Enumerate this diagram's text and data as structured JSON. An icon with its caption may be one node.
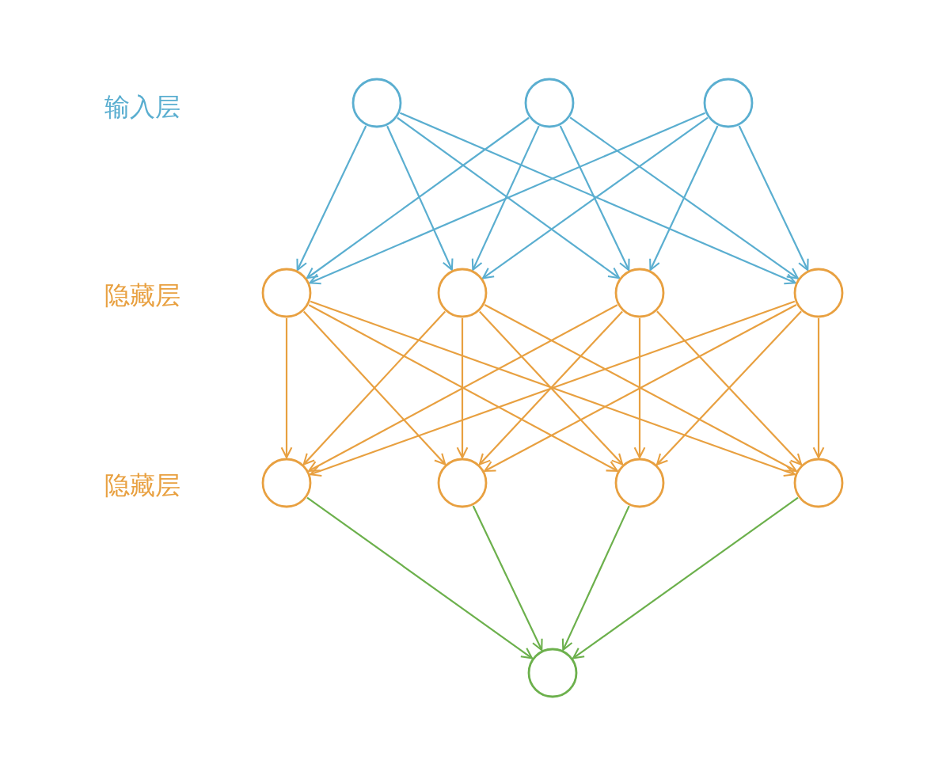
{
  "diagram": {
    "nodes": [
      {
        "text": [],
        "shape": "circle"
      },
      {
        "text": [],
        "shape": "circle"
      },
      {
        "text": [],
        "shape": "circle"
      },
      {
        "text": [],
        "shape": "circle"
      },
      {
        "text": [],
        "shape": "circle"
      },
      {
        "text": [],
        "shape": "circle"
      },
      {
        "text": [],
        "shape": "circle"
      },
      {
        "text": [],
        "shape": "circle"
      },
      {
        "text": [],
        "shape": "circle"
      },
      {
        "text": [],
        "shape": "circle"
      },
      {
        "text": [],
        "shape": "circle"
      },
      {
        "text": [],
        "shape": "circle"
      }
    ],
    "edges": [
      {
        "from": 0,
        "to": 3,
        "arrow": "to",
        "color": "#5aaed0"
      },
      {
        "from": 0,
        "to": 4,
        "arrow": "to",
        "color": "#5aaed0"
      },
      {
        "from": 0,
        "to": 5,
        "arrow": "to",
        "color": "#5aaed0"
      },
      {
        "from": 0,
        "to": 6,
        "arrow": "to",
        "color": "#5aaed0"
      },
      {
        "from": 1,
        "to": 3,
        "arrow": "to",
        "color": "#5aaed0"
      },
      {
        "from": 1,
        "to": 4,
        "arrow": "to",
        "color": "#5aaed0"
      },
      {
        "from": 1,
        "to": 5,
        "arrow": "to",
        "color": "#5aaed0"
      },
      {
        "from": 1,
        "to": 6,
        "arrow": "to",
        "color": "#5aaed0"
      },
      {
        "from": 2,
        "to": 3,
        "arrow": "to",
        "color": "#5aaed0"
      },
      {
        "from": 2,
        "to": 4,
        "arrow": "to",
        "color": "#5aaed0"
      },
      {
        "from": 2,
        "to": 5,
        "arrow": "to",
        "color": "#5aaed0"
      },
      {
        "from": 2,
        "to": 6,
        "arrow": "to",
        "color": "#5aaed0"
      },
      {
        "from": 3,
        "to": 7,
        "arrow": "to"
      },
      {
        "from": 3,
        "to": 8,
        "arrow": "to"
      },
      {
        "from": 3,
        "to": 9,
        "arrow": "to"
      },
      {
        "from": 3,
        "to": 10,
        "arrow": "to"
      },
      {
        "from": 4,
        "to": 7,
        "arrow": "to"
      },
      {
        "from": 4,
        "to": 8,
        "arrow": "to"
      },
      {
        "from": 4,
        "to": 9,
        "arrow": "to"
      },
      {
        "from": 4,
        "to": 10,
        "arrow": "to"
      },
      {
        "from": 5,
        "to": 7,
        "arrow": "to"
      },
      {
        "from": 5,
        "to": 8,
        "arrow": "to"
      },
      {
        "from": 5,
        "to": 9,
        "arrow": "to"
      },
      {
        "from": 5,
        "to": 10,
        "arrow": "to"
      },
      {
        "from": 6,
        "to": 7,
        "arrow": "to"
      },
      {
        "from": 6,
        "to": 8,
        "arrow": "to"
      },
      {
        "from": 6,
        "to": 9,
        "arrow": "to"
      },
      {
        "from": 6,
        "to": 10,
        "arrow": "to"
      },
      {
        "from": 7,
        "to": 11,
        "arrow": "to",
        "color": "#6cb04c"
      },
      {
        "from": 8,
        "to": 11,
        "arrow": "to",
        "color": "#6cb04c"
      },
      {
        "from": 9,
        "to": 11,
        "arrow": "to",
        "color": "#6cb04c"
      },
      {
        "from": 10,
        "to": 11,
        "arrow": "to",
        "color": "#6cb04c"
      }
    ],
    "labels": [
      "输入层",
      "隐藏层",
      "隐藏层"
    ]
  }
}
